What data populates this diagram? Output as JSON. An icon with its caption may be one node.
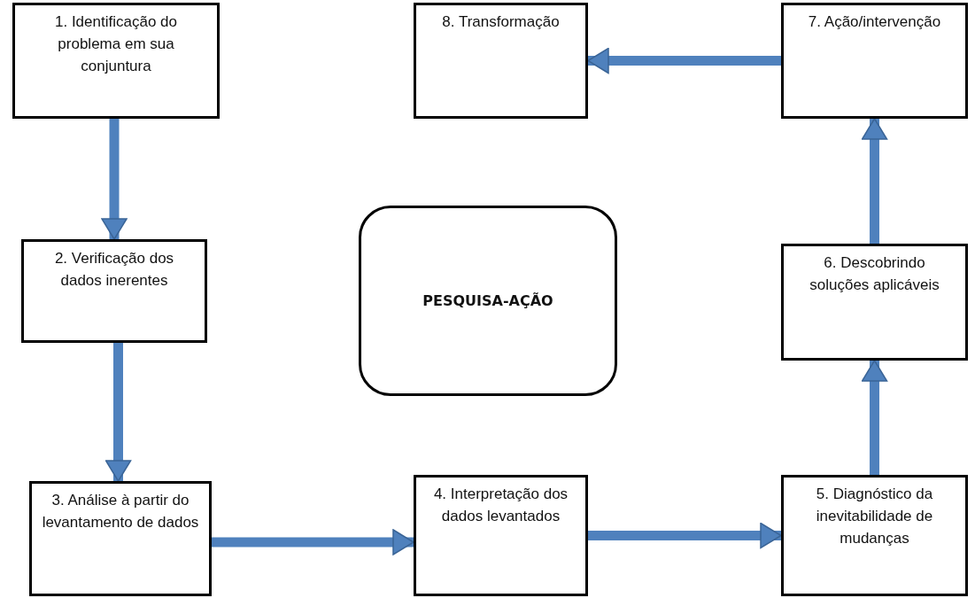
{
  "diagram": {
    "nodes": [
      {
        "text": [
          "1. Identificação do problema em sua conjuntura"
        ]
      },
      {
        "text": [
          "2. Verificação dos dados inerentes"
        ]
      },
      {
        "text": [
          "3. Análise à partir do levantamento de dados"
        ]
      },
      {
        "text": [
          "4. Interpretação dos dados levantados"
        ]
      },
      {
        "text": [
          "5. Diagnóstico da inevitabilidade de mudanças"
        ]
      },
      {
        "text": [
          "6. Descobrindo soluções aplicáveis"
        ]
      },
      {
        "text": [
          "7. Ação/intervenção"
        ]
      },
      {
        "text": [
          "8. Transformação"
        ]
      },
      {
        "text": [
          "PESQUISA-AÇÃO"
        ]
      }
    ],
    "edges": [
      {
        "from": 0,
        "to": 1,
        "arrow": "to"
      },
      {
        "from": 1,
        "to": 2,
        "arrow": "to"
      },
      {
        "from": 2,
        "to": 3,
        "arrow": "to"
      },
      {
        "from": 3,
        "to": 4,
        "arrow": "to"
      },
      {
        "from": 4,
        "to": 5,
        "arrow": "to"
      },
      {
        "from": 5,
        "to": 6,
        "arrow": "to"
      },
      {
        "from": 6,
        "to": 7,
        "arrow": "to"
      }
    ]
  }
}
